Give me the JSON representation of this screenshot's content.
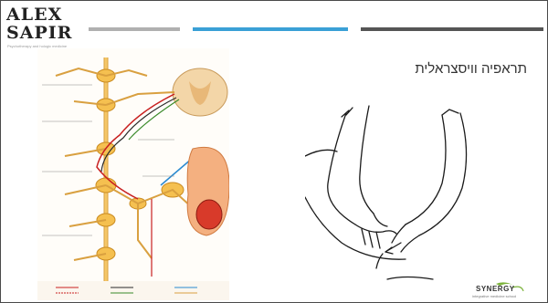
{
  "slide": {
    "title": "תראפיה וויסצראלית"
  },
  "logo": {
    "line1": "ALEX",
    "line2": "SAPIR",
    "tagline": "Psychotherapy and hologic medicine"
  },
  "footer_logo": {
    "name": "SYNERGY",
    "tagline": "integrative medicine school"
  },
  "colors": {
    "bar_gray": "#b0b0b0",
    "bar_blue": "#3aa0d6",
    "bar_dark": "#555555",
    "synergy_green": "#7bb33a"
  }
}
